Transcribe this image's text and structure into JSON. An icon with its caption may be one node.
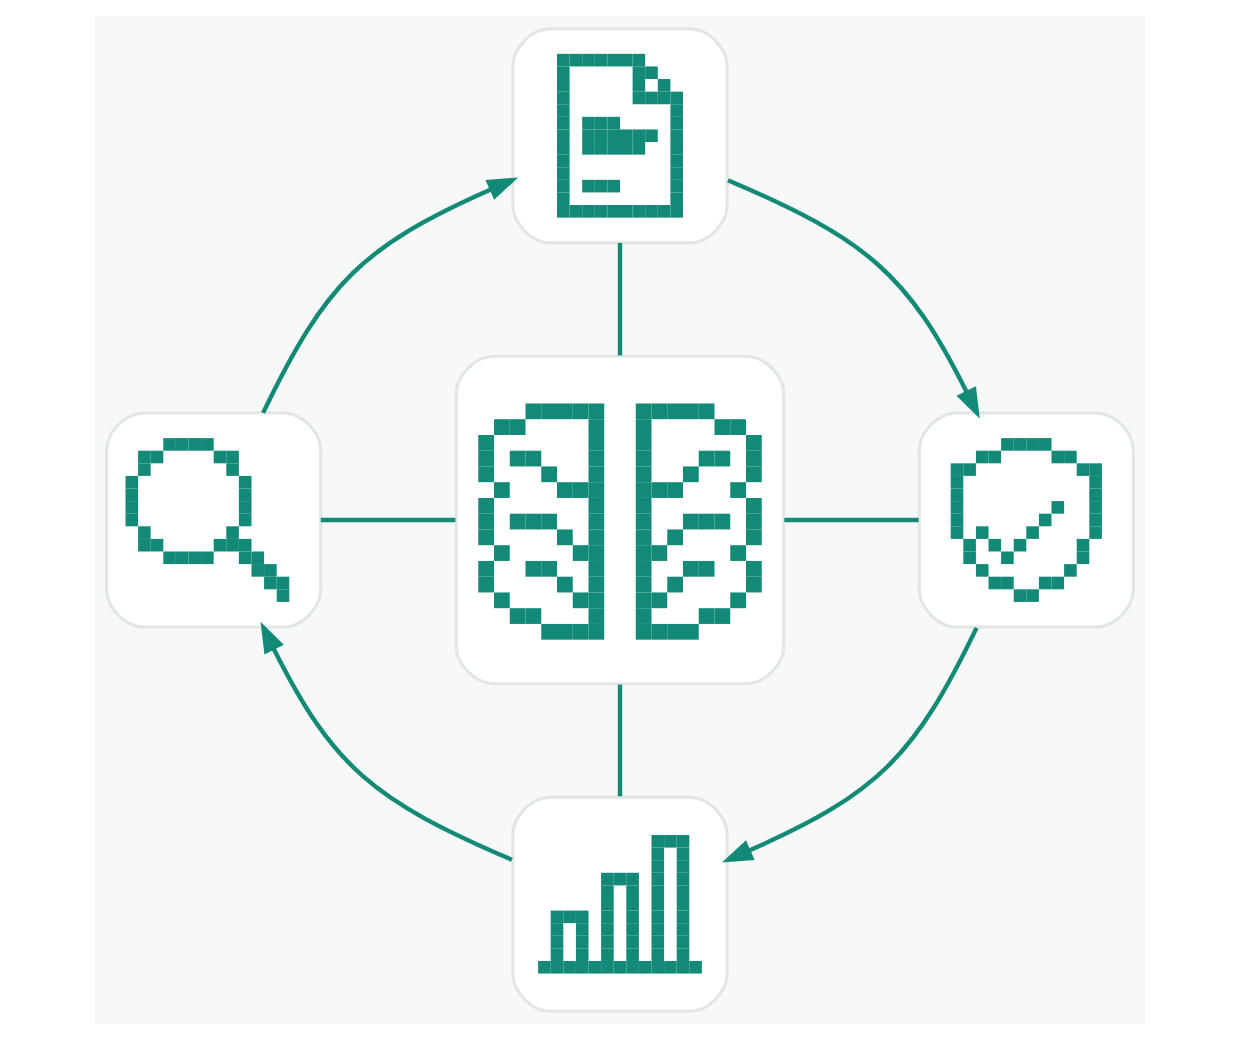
{
  "diagram": {
    "nodes": [
      {
        "text": [],
        "shape": "picture"
      },
      {
        "text": [],
        "shape": "picture"
      },
      {
        "text": [],
        "shape": "picture"
      },
      {
        "text": [],
        "shape": "picture"
      },
      {
        "text": [],
        "shape": "picture"
      }
    ],
    "edges": [
      {
        "from": 0,
        "to": 3,
        "arrow": "to"
      },
      {
        "from": 3,
        "to": 4,
        "arrow": "to"
      },
      {
        "from": 4,
        "to": 1,
        "arrow": "to"
      },
      {
        "from": 1,
        "to": 0,
        "arrow": "to"
      },
      {
        "from": 0,
        "to": 2,
        "arrow": "none"
      },
      {
        "from": 1,
        "to": 2,
        "arrow": "none"
      },
      {
        "from": 2,
        "to": 3,
        "arrow": "none"
      },
      {
        "from": 2,
        "to": 4,
        "arrow": "none"
      }
    ]
  }
}
